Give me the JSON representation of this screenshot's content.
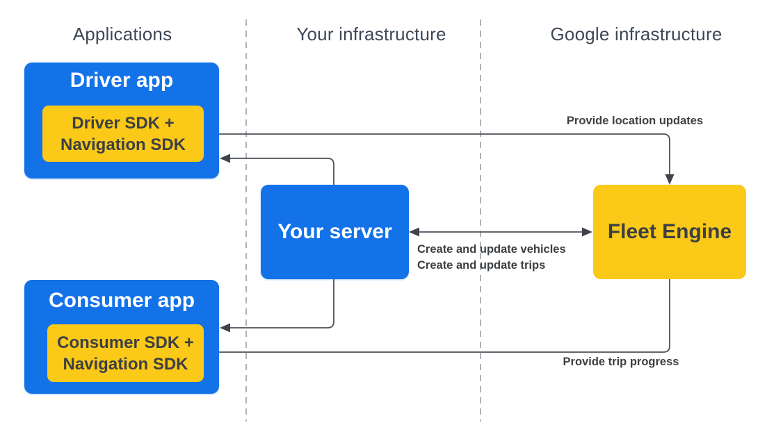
{
  "headers": {
    "applications": "Applications",
    "your_infrastructure": "Your infrastructure",
    "google_infrastructure": "Google infrastructure"
  },
  "nodes": {
    "driver_app": {
      "title": "Driver app",
      "sdk_line1": "Driver SDK +",
      "sdk_line2": "Navigation SDK"
    },
    "consumer_app": {
      "title": "Consumer app",
      "sdk_line1": "Consumer SDK +",
      "sdk_line2": "Navigation SDK"
    },
    "your_server": {
      "title": "Your server"
    },
    "fleet_engine": {
      "title": "Fleet Engine"
    }
  },
  "edges": {
    "provide_location_updates": "Provide location updates",
    "create_and_update_vehicles": "Create and update vehicles",
    "create_and_update_trips": "Create and update trips",
    "provide_trip_progress": "Provide trip progress"
  },
  "colors": {
    "blue": "#1372E8",
    "yellow": "#FBC918",
    "line": "#4C5058",
    "arrowhead": "#3F434B",
    "dash": "#9AA0A6",
    "heading": "#3E4857",
    "darktext": "#3C4043"
  }
}
